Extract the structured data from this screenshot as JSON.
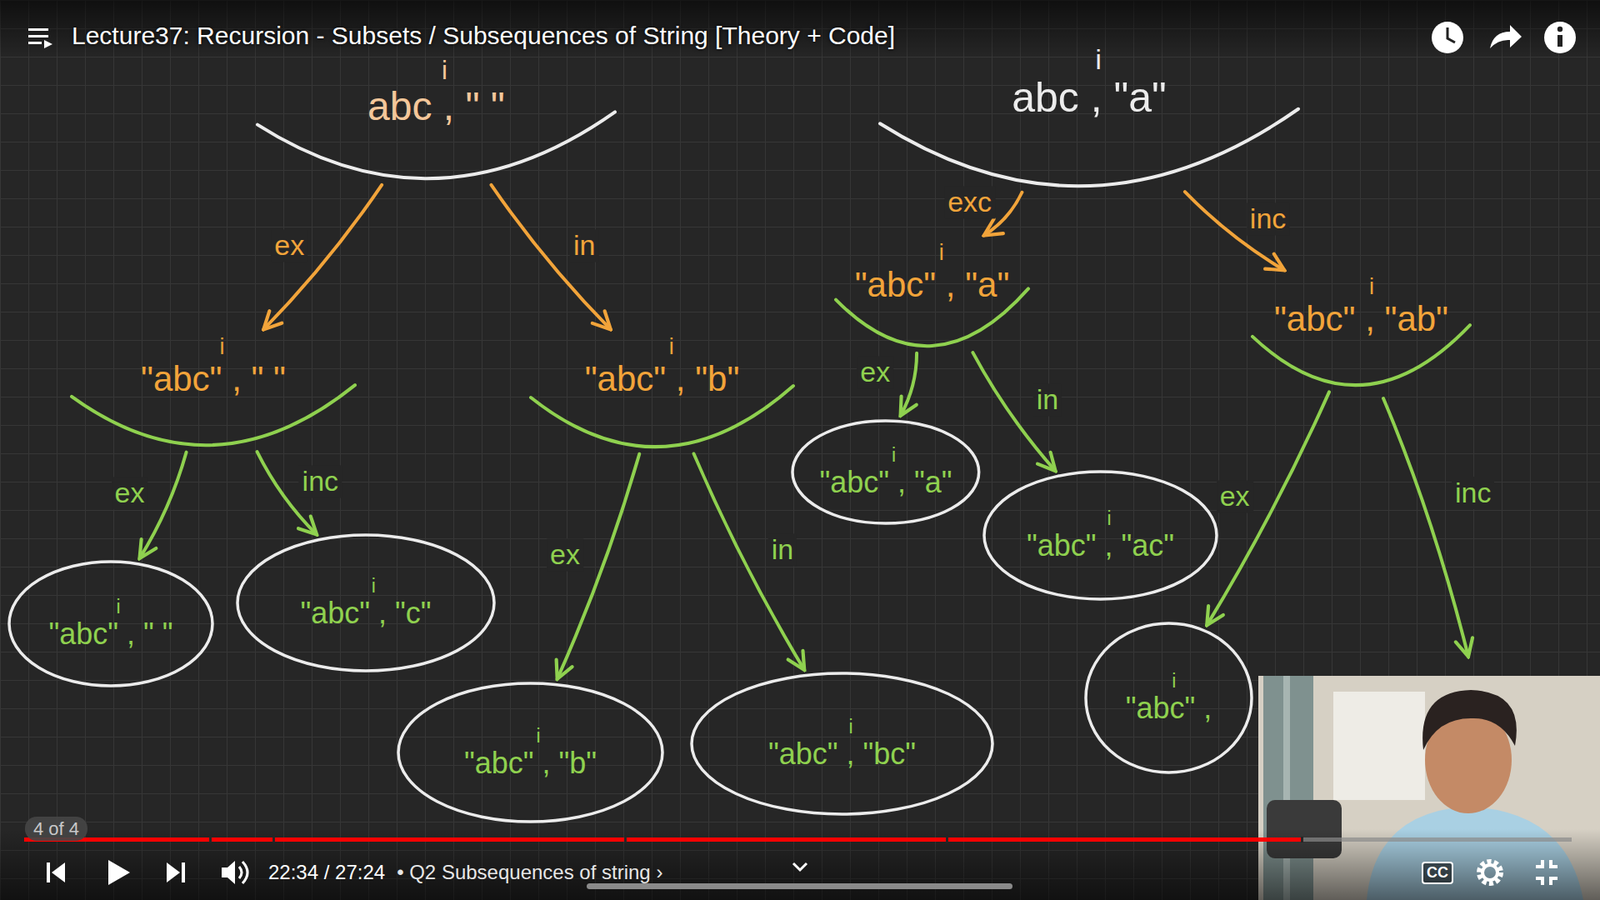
{
  "diagram": {
    "title": "Lecture37: Recursion - Subsets / Subsequences of String [Theory + Code]",
    "nodes": [
      {
        "text": [
          "i",
          "abc , \" \""
        ]
      },
      {
        "text": [
          "i",
          "abc , \"a\""
        ]
      },
      {
        "text": [
          "i",
          "\"abc\" , \" \""
        ]
      },
      {
        "text": [
          "i",
          "\"abc\" , \"b\""
        ]
      },
      {
        "text": [
          "i",
          "\"abc\" , \"a\""
        ]
      },
      {
        "text": [
          "i",
          "\"abc\" , \"ab\""
        ]
      },
      {
        "text": [
          "i",
          "\"abc\" , \" \""
        ]
      },
      {
        "text": [
          "i",
          "\"abc\" , \"c\""
        ]
      },
      {
        "text": [
          "i",
          "\"abc\" , \"b\""
        ]
      },
      {
        "text": [
          "i",
          "\"abc\" , \"bc\""
        ]
      },
      {
        "text": [
          "i",
          "\"abc\" , \"a\""
        ]
      },
      {
        "text": [
          "i",
          "\"abc\" , \"ac\""
        ]
      },
      {
        "text": [
          "i",
          "\"abc\" ,"
        ]
      }
    ],
    "edges": [
      {
        "from": 0,
        "to": 2,
        "label": "ex",
        "arrow": "to"
      },
      {
        "from": 0,
        "to": 3,
        "label": "in",
        "arrow": "to"
      },
      {
        "from": 1,
        "to": 4,
        "label": "exc",
        "arrow": "to"
      },
      {
        "from": 1,
        "to": 5,
        "label": "inc",
        "arrow": "to"
      },
      {
        "from": 2,
        "to": 6,
        "label": "ex",
        "arrow": "to"
      },
      {
        "from": 2,
        "to": 7,
        "label": "inc",
        "arrow": "to"
      },
      {
        "from": 3,
        "to": 8,
        "label": "ex",
        "arrow": "to"
      },
      {
        "from": 3,
        "to": 9,
        "label": "in",
        "arrow": "to"
      },
      {
        "from": 4,
        "to": 10,
        "label": "ex",
        "arrow": "to"
      },
      {
        "from": 4,
        "to": 11,
        "label": "in",
        "arrow": "to"
      },
      {
        "from": 5,
        "to": 12,
        "label": "ex",
        "arrow": "to"
      }
    ],
    "labels": [
      "inc",
      "4 of 4",
      "22:34 / 27:24",
      "• Q2 Subsequences of string ›",
      "CC"
    ]
  }
}
